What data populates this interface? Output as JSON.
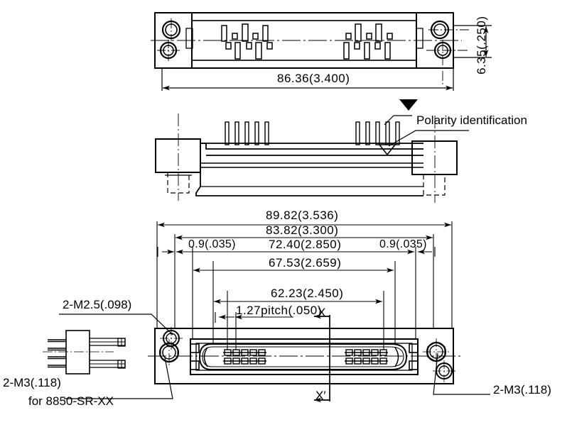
{
  "drawing": {
    "title": "Connector outline drawing",
    "type": "mechanical-engineering-drawing",
    "line_color": "#000000",
    "background": "#ffffff",
    "units_note": "Dimensions in millimeters with inches in parentheses"
  },
  "views": {
    "top": {
      "name": "top-view"
    },
    "side": {
      "name": "side-view"
    },
    "bottom": {
      "name": "bottom-view"
    }
  },
  "dimensions": {
    "top_length": "86.36(3.400)",
    "top_height": "6.35(.250)",
    "overall_width": "89.82(3.536)",
    "body_width": "83.82(3.300)",
    "hole_span": "72.40(2.850)",
    "left_offset": "0.9(.035)",
    "right_offset": "0.9(.035)",
    "shroud_width": "67.53(2.659)",
    "contact_span": "62.23(2.450)",
    "pitch": "1.27pitch(.050)"
  },
  "callouts": {
    "polarity": "Polarity identification",
    "screw_m25": "2-M2.5(.098)",
    "screw_m3_left": "2-M3(.118)",
    "screw_m3_left_sub": "for 8850-SR-XX",
    "screw_m3_right": "2-M3(.118)"
  },
  "section": {
    "start": "X",
    "end": "X′"
  }
}
